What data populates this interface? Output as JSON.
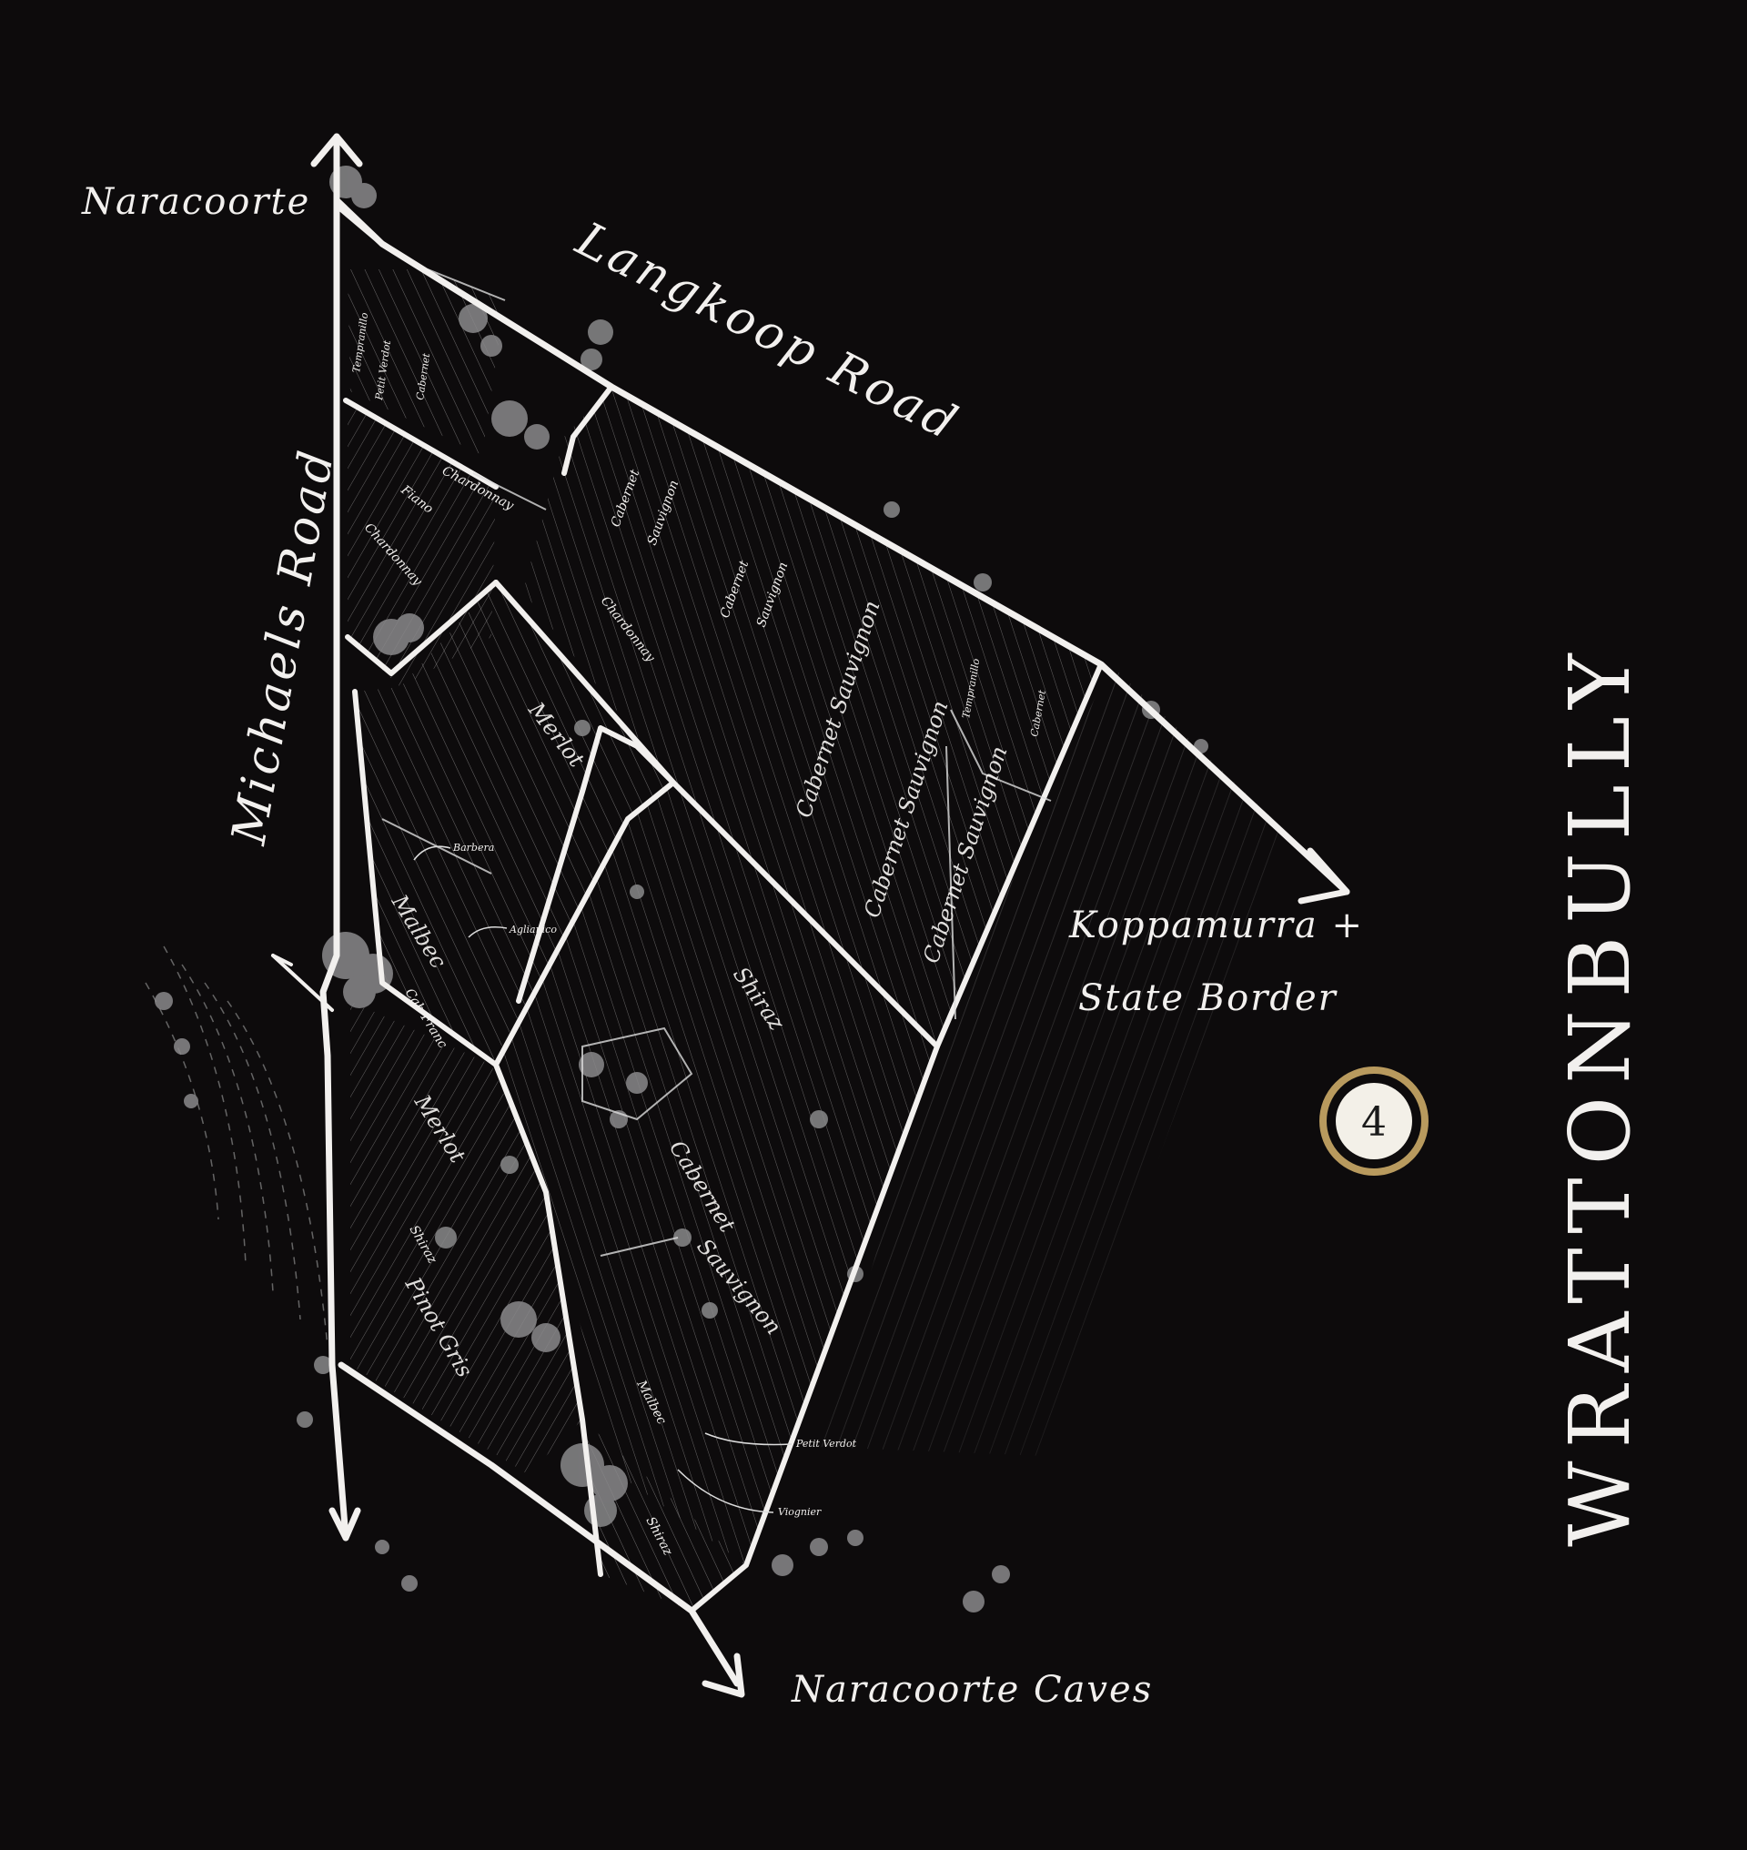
{
  "title": "WRATTONBULLY",
  "badge": {
    "number": "4",
    "ring_color": "#b89a5e",
    "fill_color": "#f3f0e8"
  },
  "colors": {
    "background": "#0d0b0c",
    "line": "#f2f0ee",
    "tree": "#7a7a7c"
  },
  "roads": {
    "michaels": "Michaels Road",
    "langkoop": "Langkoop Road"
  },
  "directions": {
    "naracoorte": "Naracoorte",
    "naracoorte_caves": "Naracoorte Caves",
    "koppamurra_1": "Koppamurra +",
    "koppamurra_2": "State Border"
  },
  "blocks": {
    "tempranillo_n": "Tempranillo",
    "petit_verdot_n": "Petit Verdot",
    "cabernet_n": "Cabernet",
    "chardonnay_1": "Chardonnay",
    "fiano": "Fiano",
    "chardonnay_2": "Chardonnay",
    "cabernet_sauv_1a": "Cabernet",
    "cabernet_sauv_1b": "Sauvignon",
    "cabernet_sauv_2a": "Cabernet",
    "cabernet_sauv_2b": "Sauvignon",
    "chardonnay_3": "Chardonnay",
    "cabernet_sauvignon_a": "Cabernet Sauvignon",
    "cabernet_sauvignon_b": "Cabernet Sauvignon",
    "cabernet_sauvignon_c": "Cabernet Sauvignon",
    "tempranillo_e": "Tempranillo",
    "cabernet_e": "Cabernet",
    "merlot_1": "Merlot",
    "barbera": "Barbera",
    "malbec_1": "Malbec",
    "aglianico": "Aglianico",
    "cab_franc": "Cab Franc",
    "shiraz_1": "Shiraz",
    "merlot_2": "Merlot",
    "cabernet_sauv_3a": "Cabernet",
    "cabernet_sauv_3b": "Sauvignon",
    "shiraz_2": "Shiraz",
    "pinot_gris": "Pinot Gris",
    "malbec_2": "Malbec",
    "petit_verdot_s": "Petit Verdot",
    "viognier": "Viognier",
    "shiraz_3": "Shiraz"
  }
}
